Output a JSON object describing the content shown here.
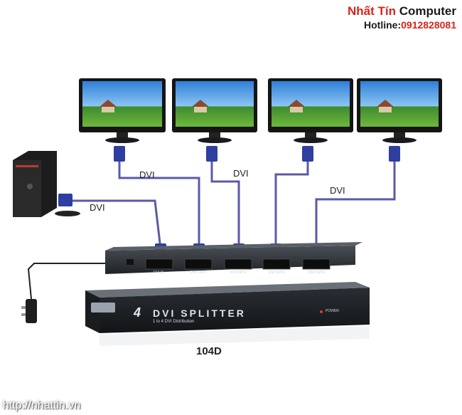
{
  "brand": {
    "name_part1": "Nhất Tín",
    "name_part2": " Computer",
    "hotline_label": "Hotline:",
    "hotline_number": "0912828081"
  },
  "cables": {
    "dvi_1": "DVI",
    "dvi_2": "DVI",
    "dvi_3": "DVI",
    "dvi_4": "DVI"
  },
  "splitter": {
    "title": "DVI SPLITTER",
    "subtitle": "1 to 4 DVI Distribution",
    "port_count": "4",
    "power_label": "POWER",
    "port_labels": [
      "DVI IN",
      "DVI OUT1",
      "DVI OUT2",
      "DVI OUT3",
      "DVI OUT4"
    ]
  },
  "product": {
    "model": "104D"
  },
  "watermark": {
    "url": "http://nhattin.vn"
  }
}
